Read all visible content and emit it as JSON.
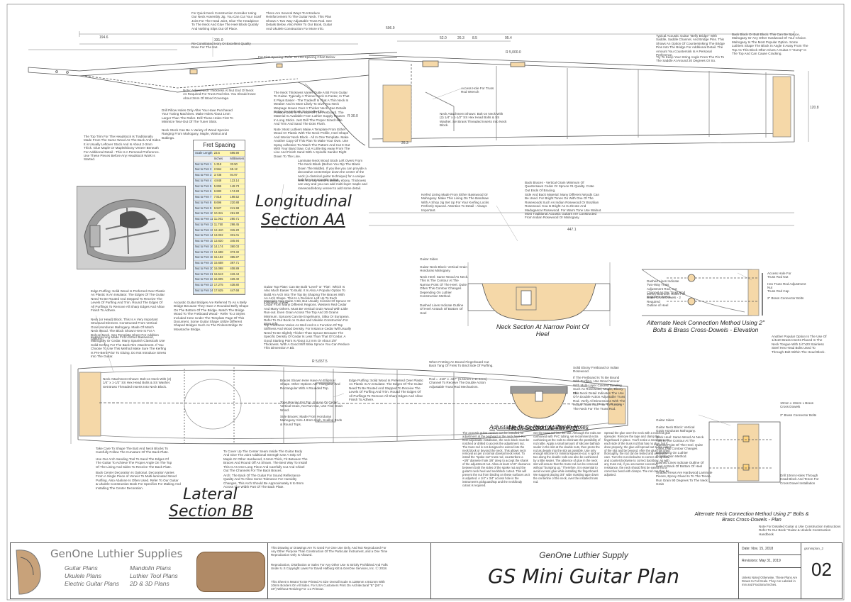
{
  "labels": {
    "longitudinal": "Longitudinal",
    "section_aa": "Section AA",
    "lateral": "Lateral",
    "section_bb": "Section BB",
    "neck_heel": "Neck Section At Narrow Point Of Heel",
    "neck_7th": "Neck Section At 7th Fret",
    "alt_elev": "Alternate Neck Connection Method Using 2\" Bolts & Brass Cross-Dowels - Elevation",
    "alt_plan": "Alternate Neck Connection Method Using 2\" Bolts & Brass Cross-Dowels - Plan",
    "truss_title": "Adjustable Truss Rod Installation Notes",
    "fret_spacing": "Fret Spacing",
    "first_fret": "For First Spacing: Refer To Fret Spacing Chart Below"
  },
  "dims": {
    "d5969": "596.9",
    "d3310": "331.0",
    "d1948": "194.6",
    "d520": "52.0",
    "d263": "26.3",
    "d85": "8.5",
    "d954": "95.4",
    "d4471": "447.1",
    "r5000": "R 5,000.0",
    "r300": "R 30.0",
    "r5657": "R 5,657.5",
    "d1208": "120.8",
    "d263b": "26.3"
  },
  "fret_table": {
    "scale_label": "Scale Length =",
    "scale_in": "23.5",
    "scale_mm": "596.90",
    "col_in": "Inches",
    "col_mm": "Millimeters",
    "rows": [
      [
        "Nut to Fret 1",
        "1.319",
        "33.50"
      ],
      [
        "Nut to Fret 2",
        "2.564",
        "65.12"
      ],
      [
        "Nut to Fret 3",
        "3.738",
        "94.97"
      ],
      [
        "Nut to Fret 4",
        "4.848",
        "123.14"
      ],
      [
        "Nut to Fret 5",
        "5.895",
        "149.73"
      ],
      [
        "Nut to Fret 6",
        "6.883",
        "174.83"
      ],
      [
        "Nut to Fret 7",
        "7.816",
        "198.52"
      ],
      [
        "Nut to Fret 8",
        "8.696",
        "220.88"
      ],
      [
        "Nut to Fret 9",
        "9.527",
        "241.98"
      ],
      [
        "Nut to Fret 10",
        "10.311",
        "261.90"
      ],
      [
        "Nut to Fret 11",
        "11.051",
        "280.71"
      ],
      [
        "Nut to Fret 12",
        "11.750",
        "298.45"
      ],
      [
        "Nut to Fret 13",
        "12.410",
        "315.20"
      ],
      [
        "Nut to Fret 14",
        "13.032",
        "331.01"
      ],
      [
        "Nut to Fret 15",
        "13.620",
        "345.94"
      ],
      [
        "Nut to Fret 16",
        "14.174",
        "360.03"
      ],
      [
        "Nut to Fret 17",
        "14.698",
        "373.32"
      ],
      [
        "Nut to Fret 18",
        "15.192",
        "385.87"
      ],
      [
        "Nut to Fret 19",
        "15.658",
        "397.71"
      ],
      [
        "Nut to Fret 20",
        "16.098",
        "408.89"
      ],
      [
        "Nut to Fret 21",
        "16.513",
        "419.44"
      ],
      [
        "Nut to Fret 22",
        "16.905",
        "429.40"
      ],
      [
        "Nut to Fret 23",
        "17.275",
        "438.80"
      ],
      [
        "Nut to Fret 24",
        "17.625",
        "447.68"
      ]
    ]
  },
  "notes": {
    "n1": "For Quick Neck Construction Consider Using Our Neck Assembly Jig. You Can Cut Your Scarf Joint For The Head Joint, Glue The Headpiece To The Neck And Glue The Heel Block Quickly And Nothing Slips Out Of Place.",
    "n2": "There Are Several Ways To Introduce Reinforcement To The Guitar Neck. This Plan Shows A Two Way Adjustable Truss Rod. See Details Below. Also Refer To Our Book, Guitar And Ukulele Construction For More Info.",
    "n3": "Re-Constituted Ivory Or Excellent Quality Bone For The Nut.",
    "n4": "Typical Acoustic Guitar \"Belly Bridge\" With Saddle, Saddle Channel, And Bridge Pins. This Shows An Option Of Countersinking The Bridge Pins Into The Bridge For Additional Detail. The Amount You Countersink Is A Personal Preference.",
    "n5": "Try To Keep Your String Angle From The Pin To The Saddle At Around 20 Degrees Or So.",
    "n6": "Back Block Or Butt Block. This Can Be Spruce, Mahogany Or Any Other Hardwood Of Your Choice. Mahogany Is The Most Popular Option. Some Luthiers Shape The Block In Angle It Away From The Top As This Block Often Gives A Guitar A \"Hump\" In The Top And Can Cause Cracking.",
    "n7": "Note: Adjust Neck Thickness At Nut End Of Neck As Required For Truss Rod Slot. You Should Have About 3mm Of Wood Coverage.",
    "n8": "Drill Pillow Holes Only After You Have Purchased Your Tuning Machines. Make Holes About 1mm Larger Than The Roller. Drill These Holes First To Minimize Tear-Out Of The Tuner Slots.",
    "n9": "Neck Stock Can Be A Variety of Wood Species Ranging From Mahogany, Maple, Walnut and Bubinga.",
    "n10": "The Top Trim For The Headstock Is Traditionally Made From The Same Wood As The Back And Sides. It is Usually Leftover Stock And Is About 2-3mm Thick. Glue Maple Or Maple/Ebony Veneer Beneath For Additional Detail - This Is A Personal Preference. Use These Pieces Before Any Headstock Work Is Started.",
    "n11": "The Neck Thickness Varies Quite A Bit From Guitar To Guitar. Typically A Thinner Neck Is Faster, In That It Plays Easier - The Tradeoff Is That A Thin Neck Is Weaker And Is More Likely To Give You Neck Warpage Issues Over A Thicker Neck. See Details Below On Methods To Handle This.",
    "n12": "Position Dots In The Side Of The Fretboard. The Material Is Available From Luthier Supply Houses In Long Sticks. Just Drill The Proper Sized Hole And Trim And Sand The Dots Flush.",
    "n13": "Note: Most Luthiers Make A Template From Either Wood Or Plastic With The Neck Profile, Heel Shape And Interior Neck Block - All In One Template. Make Another Copy Of This Plan To Make Your Own. Use Spray Adhesive To Attach The Pattern And Cut It Out With Your Band Saw. Cut A Little Big Away From The Line And Finish Sand With A Spindle Sander Right Down To The Line.",
    "n14": "Laminate Neck Wood Stock Left Overs From The Neck Blank (Before You Rip The Blank Down The Middle). If you like you can provide a decorative centerstripe down the center of the neck (a classical guitar technique) for a unique look for your acoustic guitar.",
    "n15": "Heel trim cap wood is usually ebony. Thickness can vary and you can add multi-layer maple and rosewood/ebony veneer to add some detail.",
    "n16": "Kerfed Lining Made From Either Basswood Or Mahogany. Make This Lining On The Bandsaw With A Shop Jig Set Up For Your Kerfing Locks Perfectly Spaced. Attention To Detail - Always Important.",
    "n17": "Back Braces - Vertical Grain Minimum Of Quartersawn Cedar Or Spruce #1 Quality. Crate Out Ends Of Bracing.",
    "n18": "Side And Back Material: Many Different Woods Can Be Used. For Bright Tones Go With One Of The Rosewoods Such As Indian Rosewood Or Brazilian Rosewood. Koa Is Bright As Is Zircote And Madagascar Rosewood. For Warm Tone Use Walnut. Most Traditional Acoustic Guitars Are Constructed From Indian Rosewood Or Mahogany.",
    "n19": "Access Hole For Truss Rod Wrench",
    "n20": "Neck Attachment Shown: Bolt-on Neck With (2) 1/4\" x 1-1/2\" SS Hex Head Bolts & SS Washer. Set Brass Threaded Inserts Into Neck Block.",
    "n21": "Edge Purfling: Solid Wood Is Preferred Over Plastic As Plastic Is An Insulator. The Edges Of The Guitar Need To Be Routed And Stepped To Receive The Levels Of Purfling And Trim. Round The Edges Of All Purflings To Remove All Sharp Edges And Allow Finish To Adhere.",
    "n22": "Neck (or Head) Block. This Is A Very Important Structural Element. Constructed From Vertical Grain Honduras Mahogany. Made Of Match Neck Wood. The Block Shown Here Is For A Bolt-on Neck. See Template Sheet For Addition Options.",
    "n23": "Kerfed Lining Made From Either Basswood, Mahogany Or Cedar. Many Spanish Classicals Use Solid Kerfing For The Back Rim Attachment. If You Choose To Use This Method Make Sure The Kerfing Is Pre-Bent Prior To Gluing. Do Not Introduce Stress Into The Guitar.",
    "n24": "Acoustic Guitar Bridges Are Referred To As A Belly Bridge Because They Have A Rounded Belly Shape On The Bottom Of The Bridge. Match The Bridge Wood To The Fretboard Wood - Refer To 2 Styles Included Here Under The Template Page Of This Document. Some Guitar Shape Utilize Different Shaped Bridges Such As The Pinless Bridge Or Moustache Bridge.",
    "n25": "Guitar Top Plate: Can Be Built \"Level\" or \"Flat\". Which Is Also Much Easier To Build. It Is Also A Popular Option To Build An Arch Into The Top By Shaping The Braces With An Arch Shape. This Is A Decision Left Up To Each Individual Luthier.",
    "n26": "Materials Vary Quite A Bit, But Usually Consist Of Spruce Or Cedar From Many Different Regions. Western Red Cedar And Many Others. Must Be Vertical Grain Wood With Little Run-out. Even Grain Across The Top And 20 Grains Minimum. Spruces Can Be Engelmann, Sitka Or European. Refer To Our Book on Guitar and Ukulele Construction For More Info.",
    "n27": "Top Thickness Varies As Well And Is A Function Of Top Stiffness And Wood Density. For Instance Cedar Will Usually Need To Be Slightly Thicker Than Spruce Because The Specific Density Of Cedar Is Less Than That Of Cedar. A Good Starting Point Is About 3.2 mm Or About 1/8\" Thickness. With A Good Stiff Sitka Spruce You Can Reduce This Dimension A Bit.",
    "n28": "Braces Shown Here Have An Elliptical Shape. Other Options Are Triangular, And Rectangular With A Rounded Top.",
    "n29": "Tone Bracing For Top, Spruce Or Cedar: Vertical Grain, No Run-Out, Use Fine Grain Wood.",
    "n30": "Side Braces: Made From Honduras Mahogany Size 4.8mm High, Scallop Ends & Round Tops.",
    "n31": "Neck Attachment Shown: Bolt-on Neck With (2) 1/4\" x 1-1/2\" SS Hex Head Bolts & SS Washer. Set Brass Threaded Inserts Into Neck Block.",
    "n32": "Take Care To Shape The Butt And Neck Blocks To Carefully Follow The Curvature Of The Back Plate.",
    "n33": "Use Our Arch Sanding Tool To Sand The Edges Of The Guitar To Achieve The Proper Angle On The Top Of The Lining And Sides To Receive The Back Plate.",
    "n34": "Back Center Decoration Is Optional. Decoration Varies From A Single Piece of Veneer To Multi-laminated Wood Purfling. Also Abalone Is Often Used. Refer To Our Guitar & Ukulele Construction Book For Specifics For Making And Installing The Center Decoration.",
    "n35": "To Cover Up The Center Seam Inside The Guitar Body And Give The Joint Additional Strength Use A Strip Of Maple Or Other Hardwood, 2.5mm Thick, Fit Between The Braces And Round Off As Shown. The Best Way To Install This Is As One Long Piece And Carefully Cut And Chisel Out The Channels For The Back Braces.",
    "n36": "Arch: The Back Of The Guitar For Sound Reflectance Quality And To Allow Some Tolerance For Humidity Changes, This Arch Should Be Approximately 6 to 9mm Across The Width Part Of The Back Plate.",
    "n37": "Guitar Sides",
    "n38": "Guitar Neck Block: Vertical Grain Honduras Mahogany.",
    "n39": "Neck Heel: Same Wood As Neck. This Is The Contour At The Narrow Point Of The Heel. Quite Often This Contour Changes Depending On Luthier Construction Method.",
    "n40": "Dashed Lines Indicate Outline Of Heel At Back Of Bottom Of Heel",
    "n41": "When Fretting An Bound Fingerboard Cut Back Tang Of Frets To Bind Side Of Purfling.",
    "n42": "Rod = .218\" x .437\" (5.54mm x 11.1mm) Channel To Receive The Double Action Adjustable Truss Rod Mechanism.",
    "n43": "Solid Ebony Fretboard or Indian Rosewood.",
    "n44": "If The Fretboard Is To Be Bound With Purfling, Use Wood Veneer With Multi-Layer Colored Banding Such As Rosewood, Maple, Ebony Etc.",
    "n45": "This Neck Detail Indicates The Use Of A Double Action Adjustable Truss Rod. Verify All Dimensions With The Actual Truss Rod Prior To Routing The Neck For The Truss Rod.",
    "n46": "Dashed Lines Indicate Two-Way Truss Adjustment Rod, Cut Channel As Per Truss Rod Suppliers Specs.",
    "n47": "10mm Diameter Holes For Brass Cross Dowels - 2 Required",
    "n48": "Outline of Heel",
    "n49": "Access Hole For Truss Rod Nut",
    "n50": "Hex Truss Rod Adjustment Nut",
    "n51": "Truss Rod Cap",
    "n52": "2\" Brass Connector Bolts",
    "n53": "Another Popular Option Is The Use Of 1/4x20 Brass Inserts Placed In The Neck Tongue With 1/4\"x20 Stainless Steel Hex Head Bolts Used To Through-Bolt Within The Head Block.",
    "n54": "Guitar Sides",
    "n55": "Guitar Neck Block: Vertical Grain Honduras Mahogany.",
    "n56": "Neck Heel: Same Wood As Neck. This Is The Contour At The Narrow Point Of The Heel. Quite Often This Contour Changes Depending On Luthier Construction Method.",
    "n57": "Dashed Lines Indicate Outline Of Heel At Back Of Bottom Of Heel",
    "n58": "Shaded Areas Are Hardwood Laminate Pieces, Epoxy Glued In To The Tenon. Run Grain 90 Degrees To The Neck Grain",
    "n59": "10mm x 19mm L Brass Cross Dowels",
    "n60": "2\" Brass Connector Bolts",
    "n61": "Drill 10mm Holes Through Head Block And Tenon For Cross Dowel Installation",
    "n62": "Note For Detailed Guitar & Uke Construction Instructions Refer To Our Book \"Guitar & Ukulele Construction Handbook",
    "truss_c1": "The acoustic guitar version can be installed for adjustment at the peghead or the neck heel. For heel-adjustable installation, the neck block must be notched or drilled to access the adjustment nut. The truss rod is not designed to extend into the neck block or beyond the neck. This allows neck removal as per a normal dovetail neck reset. To install the \"spoke nut\" truss rod, counterbore a ~3/8\" diameter hole 3/8\" deep to accept the shank of the adjustment nut. Allow at least 1/16\" clearance between both the sides of the spoke nut and the guitar's neck heel and neckblock cutout. This will prevent the nut from binding on these surfaces as it is adjusted. A 1/4\" x 3/4\" access hole in the instrument's pickguard/top and the neck/body cutout is required.",
    "truss_c2": "Set the truss rod into the slot. Although the rods are cushioned with PVC tubing, we recommend extra cushioning at the rods to eliminate the possibility of rod rattle. Apply a small amount of silicone bathtub sealer in the slot at the double nuts, then press the rod as deeply into the slot as possible. Use only enough silicone for minimal squeeze-out. A spot or two along the double rods can also be cushioned by a little sealer. The absence of glue in the neck slot will ensure that the truss rod can be removed without \"bumping up.\" Therefore, it is essential to avoid excess glue while installing the fingerboard. We suggest placing 3/4\" wide masking tape down the centerline of the neck, over the installed truss rod.",
    "truss_c3": "Spread the glue over the neck with a notched glue spreader. Remove the tape and clamp the fingerboard in place. You'll notice a small area on each side of the truss rod that has no glue, but if done properly, the glue will spread out to the edges of the slot and be beyond. After the glue has dried thoroughly, the rod can be tested and used with care. Turn the nut clockwise to correct an up-bow, and counterclockwise to correct backbow. As with any truss rod, if you encounter excessive resistance, the neck should first be eased into a corrective bend with clamps. The rod can then be adjusted."
  },
  "title_block": {
    "company": "GenOne Luthier Supplies",
    "links": [
      "Guitar Plans",
      "Ukulele Plans",
      "Electric Guitar Plans",
      "Mandolin Plans",
      "Luthier Tool Plans",
      "2D & 3D Plans"
    ],
    "legal1": "This Drawing or Drawings Are To Used For One Use Only, And Not Reproduced For Any Other Purpose Than Construction Of The Particular Instrument, and a One Time Reproduction Only Is Allowed.",
    "legal2": "Reproduction, Distribution or Sales For Any Other Use Is Strictly Prohibited And Falls Under U.S Copyright Laws For David Hafburg Kitt & GenOne Services, Inc. Ⓒ 2018.",
    "legal3": "This Sheet Is Meant To Be Printed At Size Overall Scale Is 1186mm x 841mm With 10mm Borders On All Sides. For USA Customers Print On Architectural \"E\" (36\" x 48\") Without Resizing For 1:1 Printout.",
    "supply": "GenOne Luthier Supply",
    "plan": "GS Mini Guitar Plan",
    "date": "Date: Nov. 15, 2018",
    "revisions": "Revisions: May 31, 2019",
    "sheet_code": "gsminiplan_2",
    "note": "Unless Noted Otherwise, These Plans Are Drawn to Full Scale. They Are Labeled in mm and Fractional Inches.",
    "sheet_no": "02"
  },
  "colors": {
    "line": "#555555",
    "wood": "#f5d8a8",
    "dark": "#222222",
    "accent_blue": "#dbe9f7",
    "accent_yellow": "#fff6b0"
  }
}
